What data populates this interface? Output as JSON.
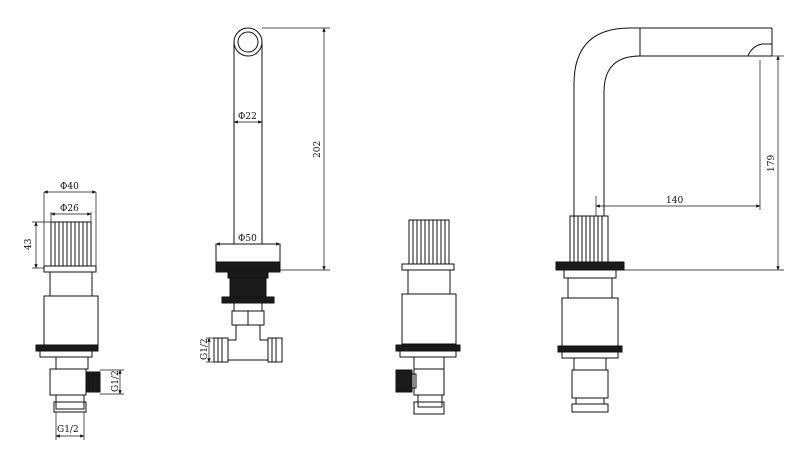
{
  "dimensions": {
    "handle_diameter_outer": "Φ40",
    "handle_diameter_inner": "Φ26",
    "handle_height": "43",
    "valve_outlet_thread_side": "G1/2",
    "valve_outlet_thread_bottom": "G1/2",
    "spout_tube_diameter": "Φ22",
    "spout_height": "202",
    "spout_base_diameter": "Φ50",
    "spout_connector_thread": "G1/2",
    "spout_reach": "140",
    "spout_outlet_height": "179"
  }
}
